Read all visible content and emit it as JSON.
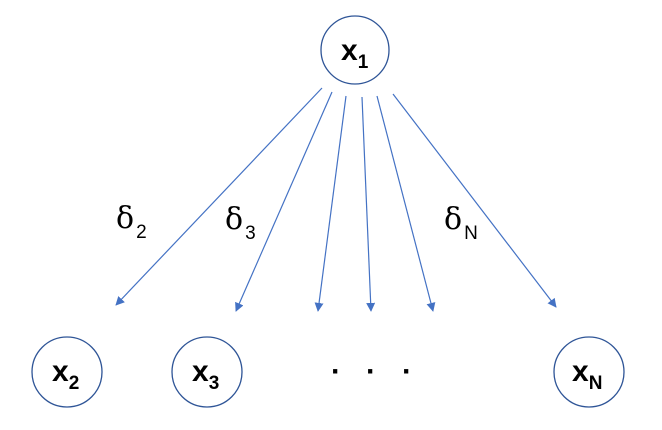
{
  "nodes": {
    "root": {
      "base": "x",
      "sub": "1"
    },
    "left": {
      "base": "x",
      "sub": "2"
    },
    "mid": {
      "base": "x",
      "sub": "3"
    },
    "right": {
      "base": "x",
      "sub": "N"
    }
  },
  "edge_labels": {
    "e2": {
      "symbol": "δ",
      "sub": "2"
    },
    "e3": {
      "symbol": "δ",
      "sub": "3"
    },
    "eN": {
      "symbol": "δ",
      "sub": "N"
    }
  },
  "ellipsis": [
    "·",
    "·",
    "·"
  ],
  "colors": {
    "node_border": "#2f5597",
    "edge": "#4472c4",
    "text": "#000000"
  }
}
